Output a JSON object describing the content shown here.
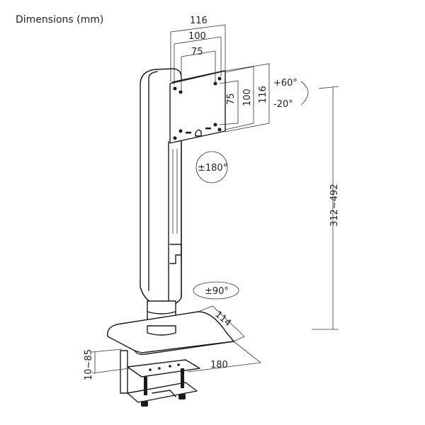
{
  "title": "Dimensions (mm)",
  "plate_width": {
    "outer": "116",
    "middle": "100",
    "inner": "75"
  },
  "plate_height": {
    "inner": "75",
    "middle": "100",
    "outer": "116"
  },
  "tilt": {
    "up": "+60°",
    "down": "-20°"
  },
  "rotation": "±180°",
  "height_range": "312~492",
  "swivel": "±90°",
  "base_depth": "114",
  "base_width": "180",
  "clamp_range": "10~85"
}
